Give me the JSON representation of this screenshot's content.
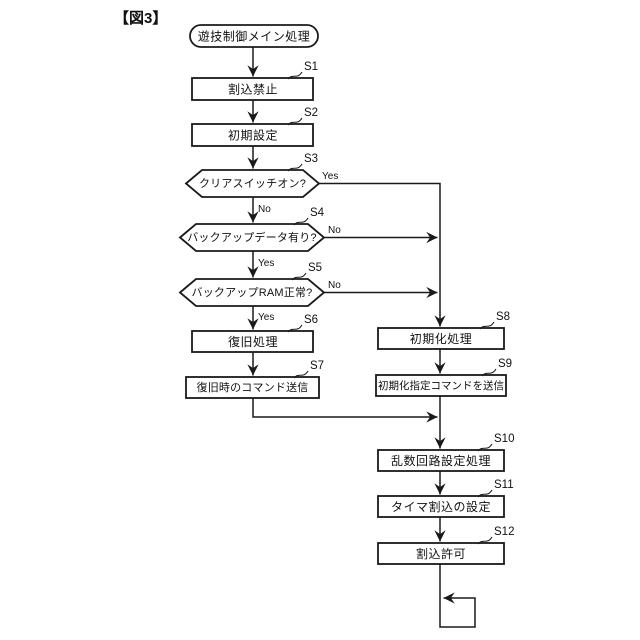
{
  "figure_label": "【図3】",
  "flowchart": {
    "start": {
      "label": "遊技制御メイン処理"
    },
    "steps": [
      {
        "id": "S1",
        "label": "割込禁止",
        "type": "process"
      },
      {
        "id": "S2",
        "label": "初期設定",
        "type": "process"
      },
      {
        "id": "S3",
        "label": "クリアスイッチオン?",
        "type": "decision",
        "yes": "Yes",
        "no": "No"
      },
      {
        "id": "S4",
        "label": "バックアップデータ有り?",
        "type": "decision",
        "yes": "Yes",
        "no": "No"
      },
      {
        "id": "S5",
        "label": "バックアップRAM正常?",
        "type": "decision",
        "yes": "Yes",
        "no": "No"
      },
      {
        "id": "S6",
        "label": "復旧処理",
        "type": "process"
      },
      {
        "id": "S7",
        "label": "復旧時のコマンド送信",
        "type": "process"
      },
      {
        "id": "S8",
        "label": "初期化処理",
        "type": "process"
      },
      {
        "id": "S9",
        "label": "初期化指定コマンドを送信",
        "type": "process"
      },
      {
        "id": "S10",
        "label": "乱数回路設定処理",
        "type": "process"
      },
      {
        "id": "S11",
        "label": "タイマ割込の設定",
        "type": "process"
      },
      {
        "id": "S12",
        "label": "割込許可",
        "type": "process"
      }
    ],
    "colors": {
      "line": "#1a1a1a",
      "background": "#ffffff",
      "text": "#111111"
    }
  }
}
